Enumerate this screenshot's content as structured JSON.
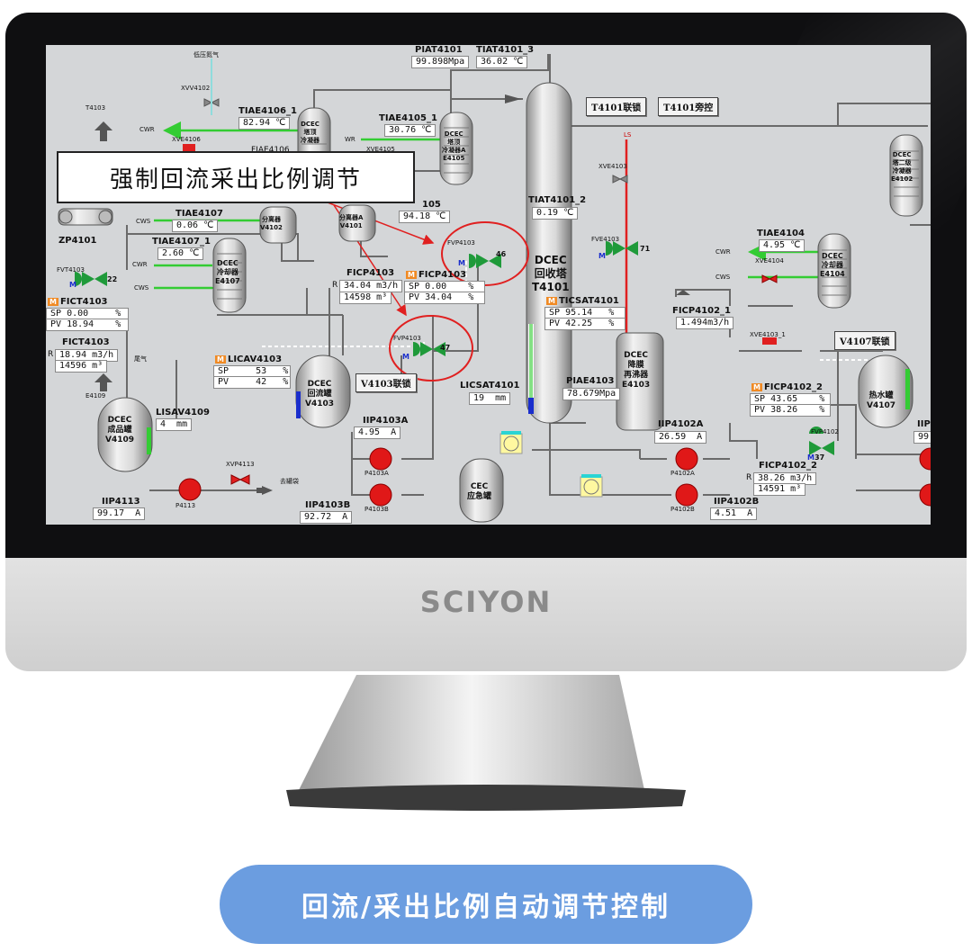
{
  "brand": "SCIYON",
  "caption": "回流/采出比例自动调节控制",
  "callout": "强制回流采出比例调节",
  "buttons": {
    "t4101_interlock": "T4101联锁",
    "t4101_bypass": "T4101旁控",
    "v4103_interlock": "V4103联锁",
    "v4107_interlock": "V4107联锁"
  },
  "instruments": {
    "piat4101": {
      "tag": "PIAT4101",
      "value": "99.898Mpa"
    },
    "tiat4101_3": {
      "tag": "TIAT4101_3",
      "value": "36.02 ℃"
    },
    "tiae4106_1": {
      "tag": "TIAE4106_1",
      "value": "82.94 ℃"
    },
    "tiae4105_1": {
      "tag": "TIAE4105_1",
      "value": "30.76 ℃"
    },
    "tiae4105_2": {
      "tag": "105",
      "value": "94.18 ℃"
    },
    "tiae4107_2": {
      "tag": "TIAE4107",
      "value": "0.06 ℃"
    },
    "tiae4107_1": {
      "tag": "TIAE4107_1",
      "value": "2.60 ℃"
    },
    "tiat4101_2": {
      "tag": "TIAT4101_2",
      "value": "0.19 ℃"
    },
    "tiae4104": {
      "tag": "TIAE4104",
      "value": "4.95 ℃"
    },
    "ficp4103": {
      "tag": "FICP4103",
      "value1": "34.04 m3/h",
      "value2": "14598 m³"
    },
    "ficp4103_ctrl": {
      "tag": "FICP4103",
      "sp": "0.00",
      "pv": "34.04",
      "unit": "%"
    },
    "fict4103": {
      "tag": "FICT4103",
      "sp": "0.00",
      "pv": "18.94",
      "unit": "%"
    },
    "fict4103_tot": {
      "tag": "FICT4103",
      "value1": "18.94 m3/h",
      "value2": "14596 m³"
    },
    "ticsat4101": {
      "tag": "TICSAT4101",
      "sp": "95.14",
      "pv": "42.25",
      "unit": "%"
    },
    "ficp4102_1": {
      "tag": "FICP4102_1",
      "value": "1.494m3/h"
    },
    "licav4103": {
      "tag": "LICAV4103",
      "sp": "53",
      "pv": "42",
      "unit": "%"
    },
    "licsat4101": {
      "tag": "LICSAT4101",
      "value": "19  mm"
    },
    "piae4103": {
      "tag": "PIAE4103",
      "value": "78.679Mpa"
    },
    "ficp4102_2": {
      "tag": "FICP4102_2",
      "sp": "43.65",
      "pv": "38.26",
      "unit": "%"
    },
    "ficp4102_2_tot": {
      "tag": "FICP4102_2",
      "value1": "38.26 m3/h",
      "value2": "14591 m³"
    },
    "lisav4109": {
      "tag": "LISAV4109",
      "value": "4  mm"
    },
    "iip4103a": {
      "tag": "IIP4103A",
      "value": "4.95  A"
    },
    "iip4102a": {
      "tag": "IIP4102A",
      "value": "26.59  A"
    },
    "iip4113": {
      "tag": "IIP4113",
      "value": "99.17  A"
    },
    "iip4103b": {
      "tag": "IIP4103B",
      "value": "92.72  A"
    },
    "iip4102b": {
      "tag": "IIP4102B",
      "value": "4.51  A"
    },
    "iip_right": {
      "tag": "IIP",
      "value": "99"
    }
  },
  "valves": {
    "fvp4103a": {
      "tag": "FVP4103",
      "value": "46"
    },
    "fvp4103b": {
      "tag": "FVP4103",
      "value": "47"
    },
    "fve4103": {
      "tag": "FVE4103",
      "value": "71"
    },
    "fvt4103": {
      "tag": "FVT4103",
      "value": "22"
    },
    "fvp4102": {
      "tag": "FVP4102",
      "value": "37"
    },
    "xvp4113": "XVP4113",
    "xve4104": "XVE4104",
    "xve4103_1": "XVE4103_1",
    "xve4103": "XVE4103",
    "xve4106": "XVE4106",
    "xvv4102": "XVV4102",
    "xve4105": "XVE4105"
  },
  "equipment": {
    "t4101": "DCEC\n回收塔\nT4101",
    "v4103": "DCEC\n回流罐\nV4103",
    "v4109": "DCEC\n成品罐\nV4109",
    "e4103": "DCEC\n降膜\n再沸器\nE4103",
    "e4107": "DCEC\n冷却器\nE4107",
    "e4104": "DCEC\n冷却器\nE4104",
    "e4102": "DCEC\n塔二级\n冷凝器\nE4102",
    "v4107": "热水罐\nV4107",
    "cec": "CEC\n应急罐",
    "e4106": "DCEC\n塔顶\n冷凝器",
    "e4105": "DCEC\n塔顶\n冷凝器A\nE4105",
    "v4102": "分离器\nV4102",
    "v4101": "分离器A\nV4101"
  },
  "labels": {
    "low_pressure_n2": "低压氮气",
    "t4103": "T4103",
    "e4109": "E4109",
    "zp4101": "ZP4101",
    "cwr": "CWR",
    "cws": "CWS",
    "wr": "WR",
    "ls": "LS",
    "tail_gas": "尾气",
    "to_tank": "去罐袋",
    "p4113": "P4113",
    "p4103a": "P4103A",
    "p4103b": "P4103B",
    "p4102a": "P4102A",
    "p4102b": "P4102B",
    "fiae4106": "FIAE4106",
    "m": "M",
    "sp": "SP",
    "pv": "PV",
    "r": "R"
  },
  "colors": {
    "accent": "#6b9de0",
    "cooling_line": "#33cc33",
    "steam_line": "#e02020",
    "callout_circle": "#e02020",
    "valve_green": "#1f9a3a",
    "pump_red": "#e01818"
  }
}
